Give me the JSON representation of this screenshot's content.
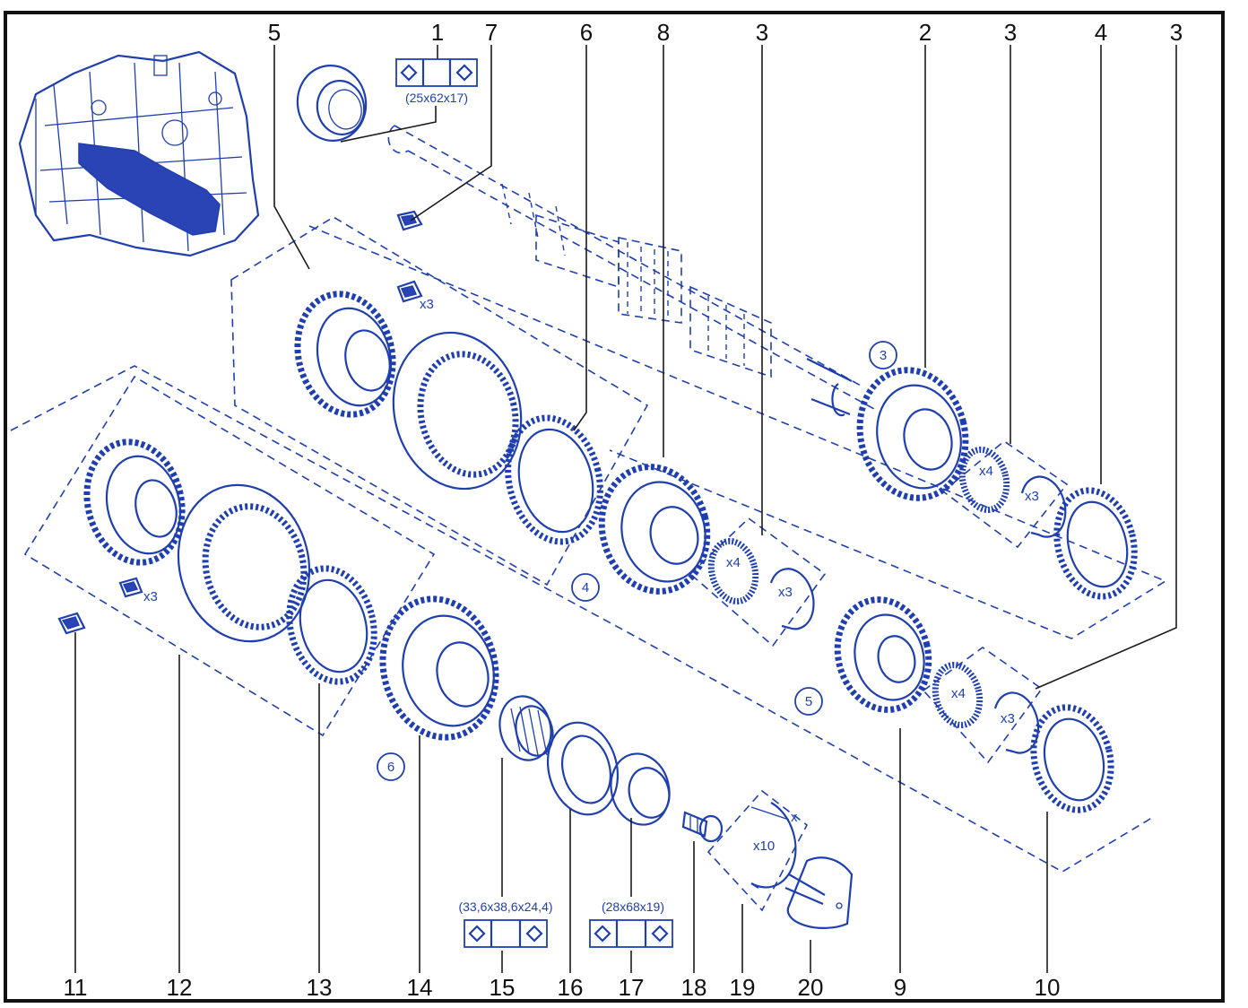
{
  "callouts": [
    {
      "id": "c1",
      "text": "1"
    },
    {
      "id": "c7",
      "text": "7"
    },
    {
      "id": "c6",
      "text": "6"
    },
    {
      "id": "c8",
      "text": "8"
    },
    {
      "id": "c3a",
      "text": "3"
    },
    {
      "id": "c2",
      "text": "2"
    },
    {
      "id": "c3b",
      "text": "3"
    },
    {
      "id": "c4",
      "text": "4"
    },
    {
      "id": "c3c",
      "text": "3"
    },
    {
      "id": "c5",
      "text": "5"
    },
    {
      "id": "c11",
      "text": "11"
    },
    {
      "id": "c12",
      "text": "12"
    },
    {
      "id": "c13",
      "text": "13"
    },
    {
      "id": "c14",
      "text": "14"
    },
    {
      "id": "c15",
      "text": "15"
    },
    {
      "id": "c16",
      "text": "16"
    },
    {
      "id": "c17",
      "text": "17"
    },
    {
      "id": "c18",
      "text": "18"
    },
    {
      "id": "c19",
      "text": "19"
    },
    {
      "id": "c20",
      "text": "20"
    },
    {
      "id": "c9",
      "text": "9"
    },
    {
      "id": "c10",
      "text": "10"
    }
  ],
  "gear_badges": [
    "3",
    "4",
    "5",
    "6"
  ],
  "bearing_specs": {
    "top": "(25x62x17)",
    "needle": "(33,6x38,6x24,4)",
    "rear": "(28x68x19)"
  },
  "multipliers": {
    "key_top": "x3",
    "key_left": "x3",
    "ring_x4": "x4",
    "ring_x3": "x3",
    "circlip_x10": "x10",
    "dim_x": "x"
  },
  "colors": {
    "ink": "#1f3fb0",
    "frame": "#111111"
  }
}
